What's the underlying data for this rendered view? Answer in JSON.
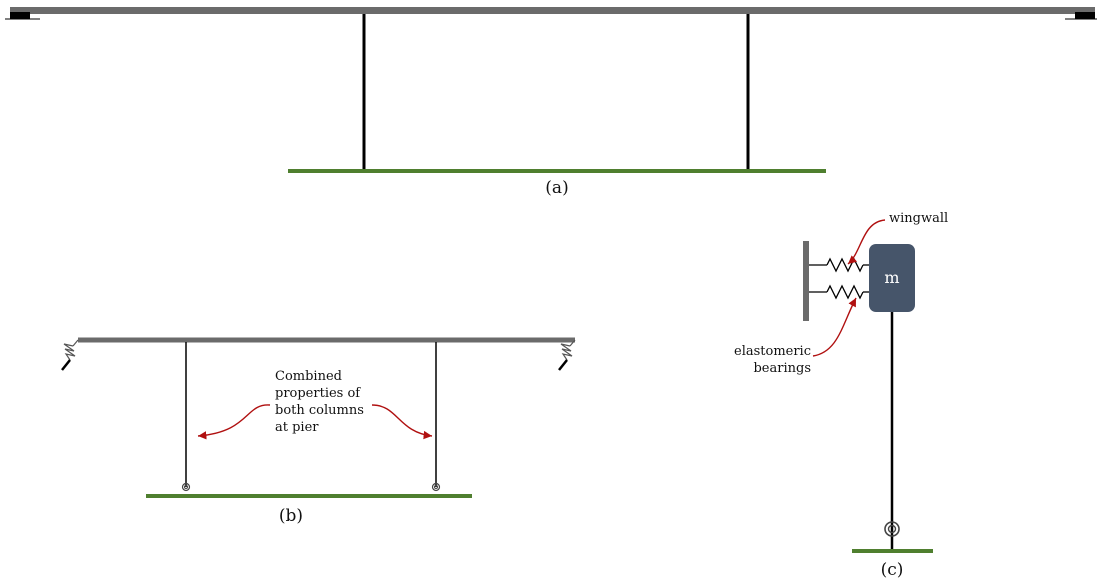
{
  "captions": {
    "a": "(a)",
    "b": "(b)",
    "c": "(c)"
  },
  "annotations": {
    "combined": [
      "Combined",
      "properties of",
      "both columns",
      "at pier"
    ],
    "wingwall": "wingwall",
    "elastomeric": [
      "elastomeric",
      "bearings"
    ],
    "mass": "m"
  },
  "colors": {
    "deck": "#6b6b6b",
    "column": "#000000",
    "ground": "#4f7f2f",
    "mass_block": "#46556a",
    "arrow": "#b01010"
  }
}
